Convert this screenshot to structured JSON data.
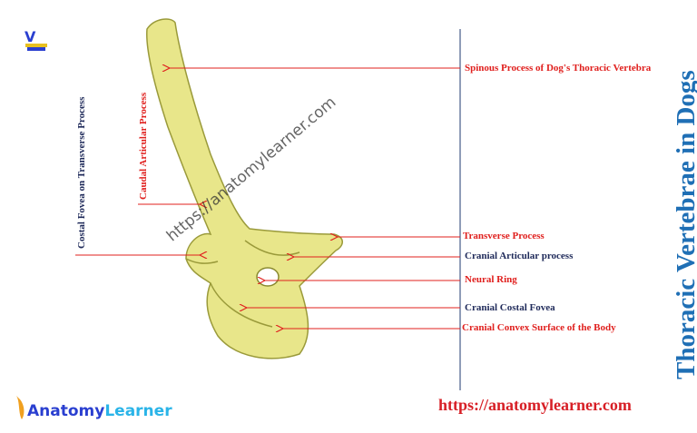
{
  "title": "Thoracic Vertebrae in Dogs",
  "url": "https://anatomylearner.com",
  "watermark": "https://anatomylearner.com",
  "brand": {
    "part1": "Anatomy",
    "part2": "Learner",
    "logo_text": "ANATOMY LEARNER"
  },
  "labels": {
    "spinous": "Spinous Process of  Dog's Thoracic Vertebra",
    "transverse": "Transverse Process",
    "cranial_articular": "Cranial Articular process",
    "neural_ring": "Neural Ring",
    "cranial_costal_fovea": "Cranial Costal Fovea",
    "cranial_convex": "Cranial Convex Surface of the Body",
    "caudal_articular": "Caudal Articular Process",
    "costal_fovea_transverse": "Costal Fovea on Transverse Process"
  },
  "colors": {
    "bone": "#e8e68a",
    "arrow": "#e0201e",
    "title": "#1f6fb5",
    "navy": "#1f2a5a"
  }
}
